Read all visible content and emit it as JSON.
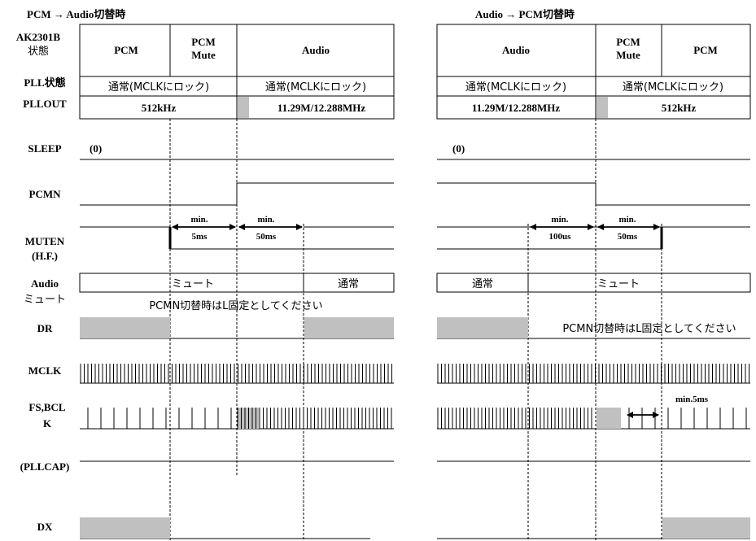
{
  "colors": {
    "line": "#000000",
    "shade": "#c0c0c0"
  },
  "left": {
    "title": "PCM → Audio切替時",
    "header_pcm": "PCM",
    "header_pcm_mute": [
      "PCM",
      "Mute"
    ],
    "header_audio": "Audio",
    "pll_state_1": "通常(MCLKにロック)",
    "pll_state_2": "通常(MCLKにロック)",
    "pllout_1": "512kHz",
    "pllout_2": "11.29M/12.288MHz",
    "sleep_val": "(0)",
    "mute_min1": "min.",
    "mute_val1": "5ms",
    "mute_min2": "min.",
    "mute_val2": "50ms",
    "audio_mute_1": "ミュート",
    "audio_mute_2": "通常",
    "dr_note": "PCMN切替時はL固定としてください"
  },
  "right": {
    "title": "Audio → PCM切替時",
    "header_audio": "Audio",
    "header_pcm_mute": [
      "PCM",
      "Mute"
    ],
    "header_pcm": "PCM",
    "pll_state_1": "通常(MCLKにロック)",
    "pll_state_2": "通常(MCLKにロック)",
    "pllout_1": "11.29M/12.288MHz",
    "pllout_2": "512kHz",
    "sleep_val": "(0)",
    "mute_min1": "min.",
    "mute_val1": "100us",
    "mute_min2": "min.",
    "mute_val2": "50ms",
    "audio_mute_1": "通常",
    "audio_mute_2": "ミュート",
    "dr_note": "PCMN切替時はL固定としてください",
    "fs_min": "min.5ms"
  },
  "signals": {
    "ak": [
      "AK2301B",
      "状態"
    ],
    "pll_state": "PLL状態",
    "pllout": "PLLOUT",
    "sleep": "SLEEP",
    "pcmn": "PCMN",
    "muten": [
      "MUTEN",
      "(H.F.)"
    ],
    "audio_mute": [
      "Audio",
      "ミュート"
    ],
    "dr": "DR",
    "mclk": "MCLK",
    "fs_bclk": [
      "FS,BCL",
      "K"
    ],
    "pllcap": "(PLLCAP)",
    "dx": "DX"
  }
}
